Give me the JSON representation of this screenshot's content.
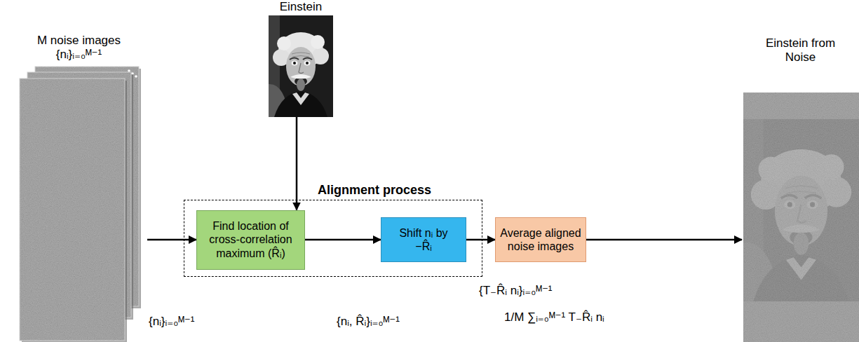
{
  "diagram": {
    "nodes": [
      {
        "text": [
          "M noise images",
          "{nᵢ}ᵢ₌₀ᴹ⁻¹"
        ]
      },
      {
        "text": [
          "Einstein"
        ]
      },
      {
        "text": [
          "Alignment process"
        ]
      },
      {
        "text": [
          "Find location of cross-correlation maximum (R̂ᵢ)"
        ],
        "in": 2
      },
      {
        "text": [
          "Shift nᵢ by −R̂ᵢ"
        ],
        "in": 2
      },
      {
        "text": [
          "Average aligned noise images"
        ]
      },
      {
        "text": [
          "Einstein from Noise"
        ]
      }
    ],
    "edges": [
      {
        "from": 0,
        "to": 3,
        "arrow": "to"
      },
      {
        "from": 1,
        "to": 3,
        "arrow": "to"
      },
      {
        "from": 3,
        "to": 4,
        "arrow": "to"
      },
      {
        "from": 4,
        "to": 5,
        "arrow": "to"
      },
      {
        "from": 5,
        "to": 6,
        "arrow": "to"
      }
    ],
    "labels": [
      "{nᵢ}ᵢ₌₀ᴹ⁻¹",
      "{nᵢ, R̂ᵢ}ᵢ₌₀ᴹ⁻¹",
      "{T₋R̂ᵢ nᵢ}ᵢ₌₀ᴹ⁻¹",
      "1/M ∑ᵢ₌₀ᴹ⁻¹ T₋R̂ᵢ nᵢ"
    ]
  }
}
